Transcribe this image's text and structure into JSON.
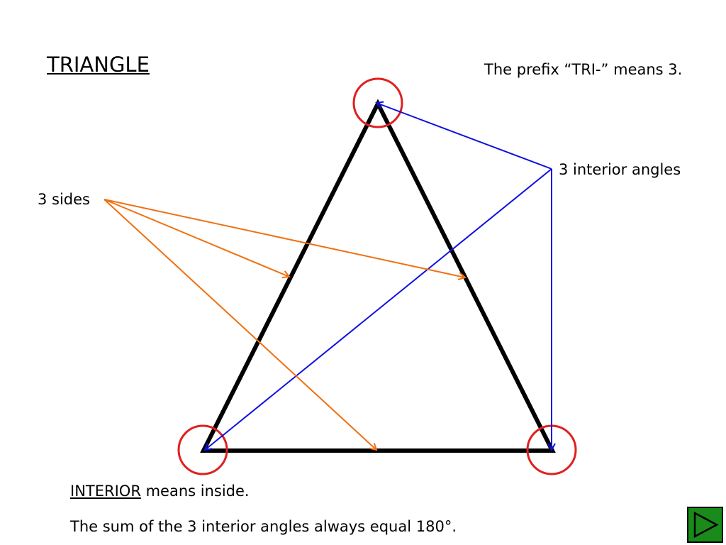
{
  "title": "TRIANGLE",
  "prefix_note": "The prefix “TRI-” means 3.",
  "angles_label": "3 interior angles",
  "sides_label": "3 sides",
  "interior_term": "INTERIOR",
  "interior_rest": " means inside.",
  "sum_note": "The sum of the 3 interior angles always equal 180°.",
  "colors": {
    "triangle": "#000000",
    "angle_circles": "#e02020",
    "angle_arrows": "#1010e0",
    "side_arrows": "#f07010",
    "nav_button": "#1a8a1a"
  },
  "nav": {
    "icon": "play-triangle-icon"
  }
}
